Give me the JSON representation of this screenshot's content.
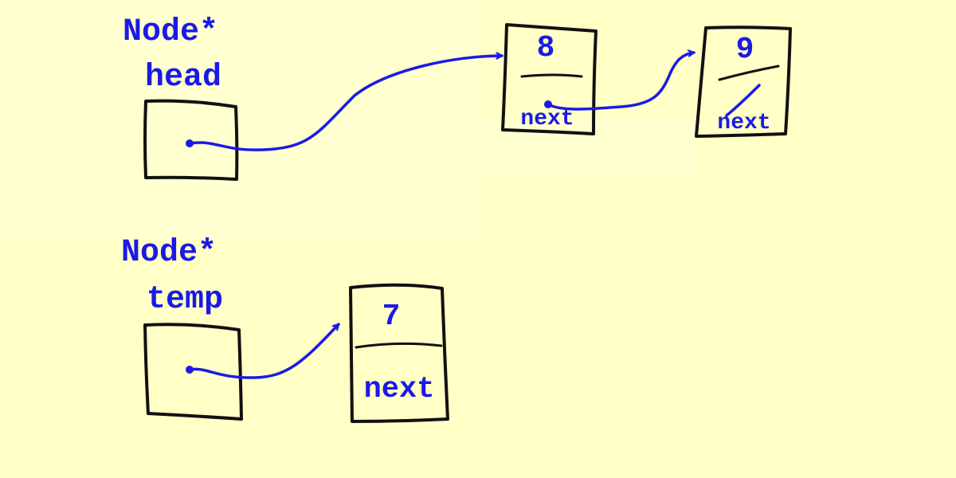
{
  "pointers": [
    {
      "type": "Node*",
      "name": "head"
    },
    {
      "type": "Node*",
      "name": "temp"
    }
  ],
  "nodes": [
    {
      "value": "8",
      "field": "next"
    },
    {
      "value": "9",
      "field": "next"
    },
    {
      "value": "7",
      "field": "next"
    }
  ],
  "colors": {
    "background": "#FFFFC6",
    "ink": "#1A1AE6",
    "outline": "#111111"
  }
}
